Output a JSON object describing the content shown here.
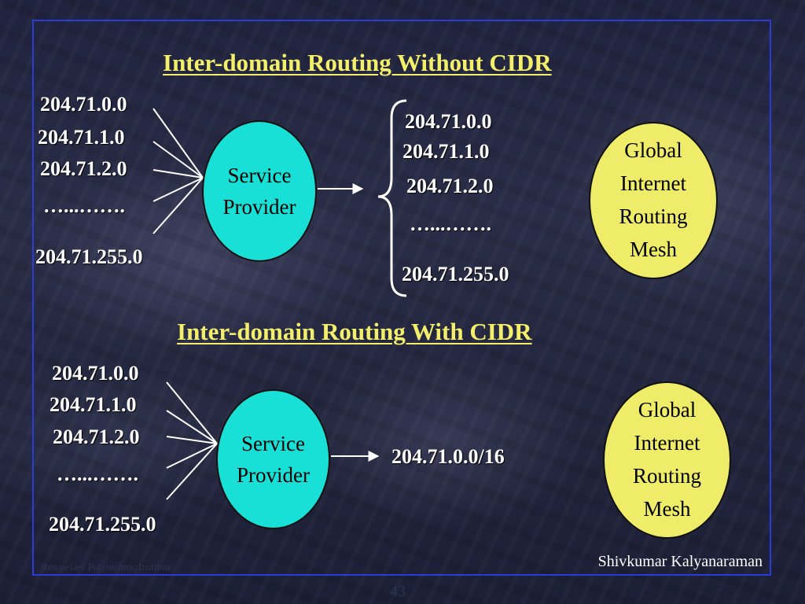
{
  "slide": {
    "title_top": "Inter-domain Routing Without CIDR",
    "title_bottom": "Inter-domain Routing With CIDR",
    "footer_left": "Rensselaer Polytechnic Institute",
    "footer_right": "Shivkumar Kalyanaraman",
    "page_number": "43"
  },
  "top": {
    "inputs": [
      "204.71.0.0",
      "204.71.1.0",
      "204.71.2.0",
      "…...…….",
      "204.71.255.0"
    ],
    "provider": [
      "Service",
      "Provider"
    ],
    "advertised": [
      "204.71.0.0",
      "204.71.1.0",
      "204.71.2.0",
      "…...…….",
      "204.71.255.0"
    ],
    "global": [
      "Global",
      "Internet",
      "Routing",
      "Mesh"
    ]
  },
  "bottom": {
    "inputs": [
      "204.71.0.0",
      "204.71.1.0",
      "204.71.2.0",
      "…...…….",
      "204.71.255.0"
    ],
    "provider": [
      "Service",
      "Provider"
    ],
    "advertised": "204.71.0.0/16",
    "global": [
      "Global",
      "Internet",
      "Routing",
      "Mesh"
    ]
  },
  "colors": {
    "title": "#f4ef6a",
    "service_provider_fill": "#18e0d6",
    "global_fill": "#eeec68",
    "frame": "#2a3cd8"
  }
}
